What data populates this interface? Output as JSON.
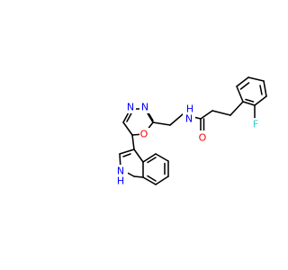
{
  "molecule": {
    "atom_labels": {
      "n_amide": "N",
      "h_amide": "H",
      "o_carbonyl": "O",
      "o_ring": "O",
      "n_ring_left": "N",
      "n_ring_right": "N",
      "f_atom": "F",
      "n_indole": "N",
      "h_indole": "H"
    },
    "colors": {
      "bond": "#000000",
      "nitrogen": "#0000ff",
      "oxygen": "#ff0000",
      "fluorine": "#33cccc",
      "background": "#ffffff"
    }
  }
}
